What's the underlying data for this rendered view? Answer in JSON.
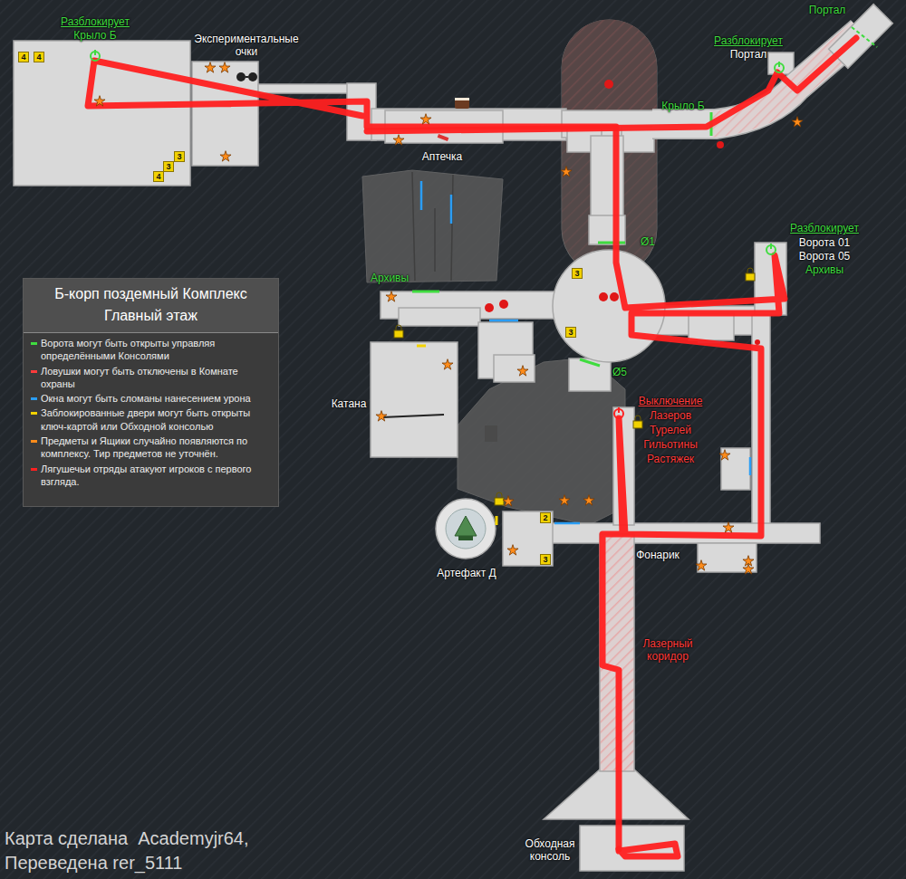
{
  "diagram": {
    "title": "Б-корп поздемный Комплекс Главный этаж",
    "nodes": [
      {
        "text": [
          "4"
        ]
      },
      {
        "text": [
          "4"
        ]
      },
      {
        "text": [
          "3"
        ]
      },
      {
        "text": [
          "3"
        ]
      },
      {
        "text": [
          "4"
        ]
      },
      {
        "text": [
          "3"
        ]
      },
      {
        "text": [
          "3"
        ]
      },
      {
        "text": [
          "2"
        ]
      },
      {
        "text": [
          "3"
        ]
      }
    ],
    "labels": [
      "Разблокирует",
      "Крыло Б",
      "Экспериментальные очки",
      "Портал",
      "Разблокирует",
      "Портал",
      "Крыло Б",
      "Аптечка",
      "Разблокирует",
      "Ворота 01",
      "Ворота 05",
      "Архивы",
      "Архивы",
      "Ø1",
      "Ø5",
      "Катана",
      "Выключение",
      "Лазеров",
      "Турелей",
      "Гильотины",
      "Растяжек",
      "Фонарик",
      "Артефакт Д",
      "Лазерный коридор",
      "Обходная консоль",
      "Карта сделана  Academyjr64, Переведена rer_5111"
    ],
    "legend": [
      {
        "text": "Ворота могут быть открыты управляя определёнными Консолями",
        "color": "#3fdc3f"
      },
      {
        "text": "Ловушки могут быть отключены в Комнате охраны",
        "color": "#ff3b3b"
      },
      {
        "text": "Окна могут быть сломаны нанесением урона",
        "color": "#2a9df4"
      },
      {
        "text": "Заблокированные двери могут быть открыты ключ-картой или Обходной консолью",
        "color": "#f2d200"
      },
      {
        "text": "Предметы и Ящики случайно появляются по комплексу. Тир предметов не уточнён.",
        "color": "#ff8c1a"
      },
      {
        "text": "Лягушечьи отряды атакуют игроков с первого взгляда.",
        "color": "#ff2020"
      }
    ]
  }
}
